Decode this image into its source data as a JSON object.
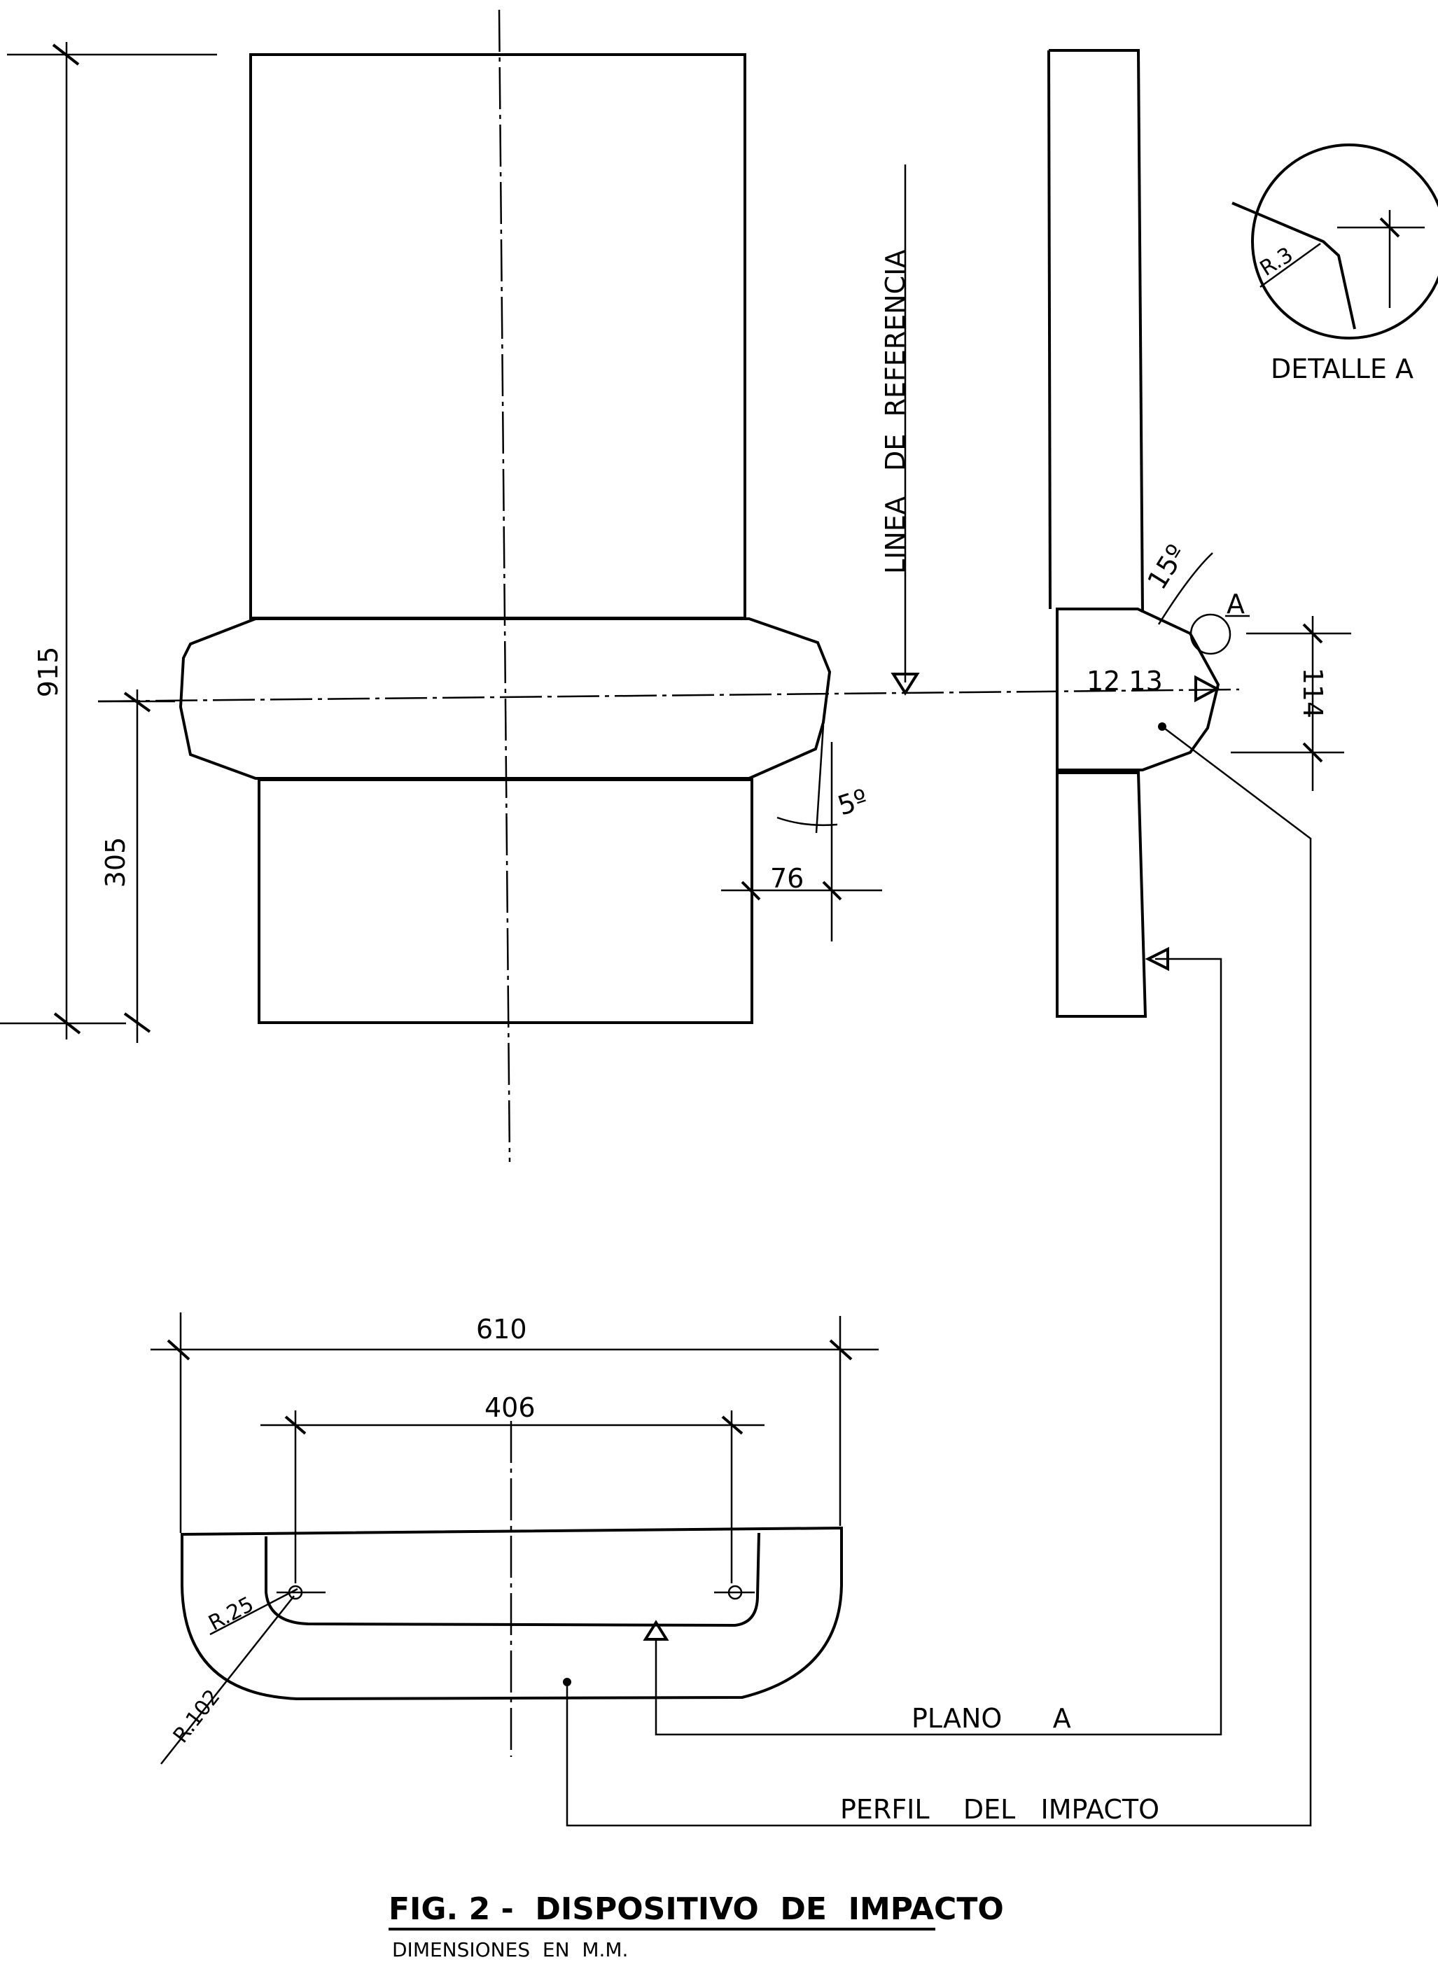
{
  "dims": {
    "overall_height": "915",
    "lower_height": "305",
    "offset": "76",
    "bevel_angle": "5º",
    "top_angle": "15º",
    "nose_height": "114",
    "nose_labels": "12 13",
    "width_total": "610",
    "width_inner": "406",
    "radius_small": "R.25",
    "radius_large": "R.102",
    "detail_radius": "R.3",
    "detail_marker": "A"
  },
  "labels": {
    "reference_line": "LINEA   DE  REFERENCIA",
    "detail_title": "DETALLE A",
    "plane_a": "PLANO      A",
    "impact_profile": "PERFIL    DEL   IMPACTO"
  },
  "caption": {
    "title": "FIG. 2 -  DISPOSITIVO  DE  IMPACTO",
    "subtitle": "DIMENSIONES  EN  M.M."
  }
}
